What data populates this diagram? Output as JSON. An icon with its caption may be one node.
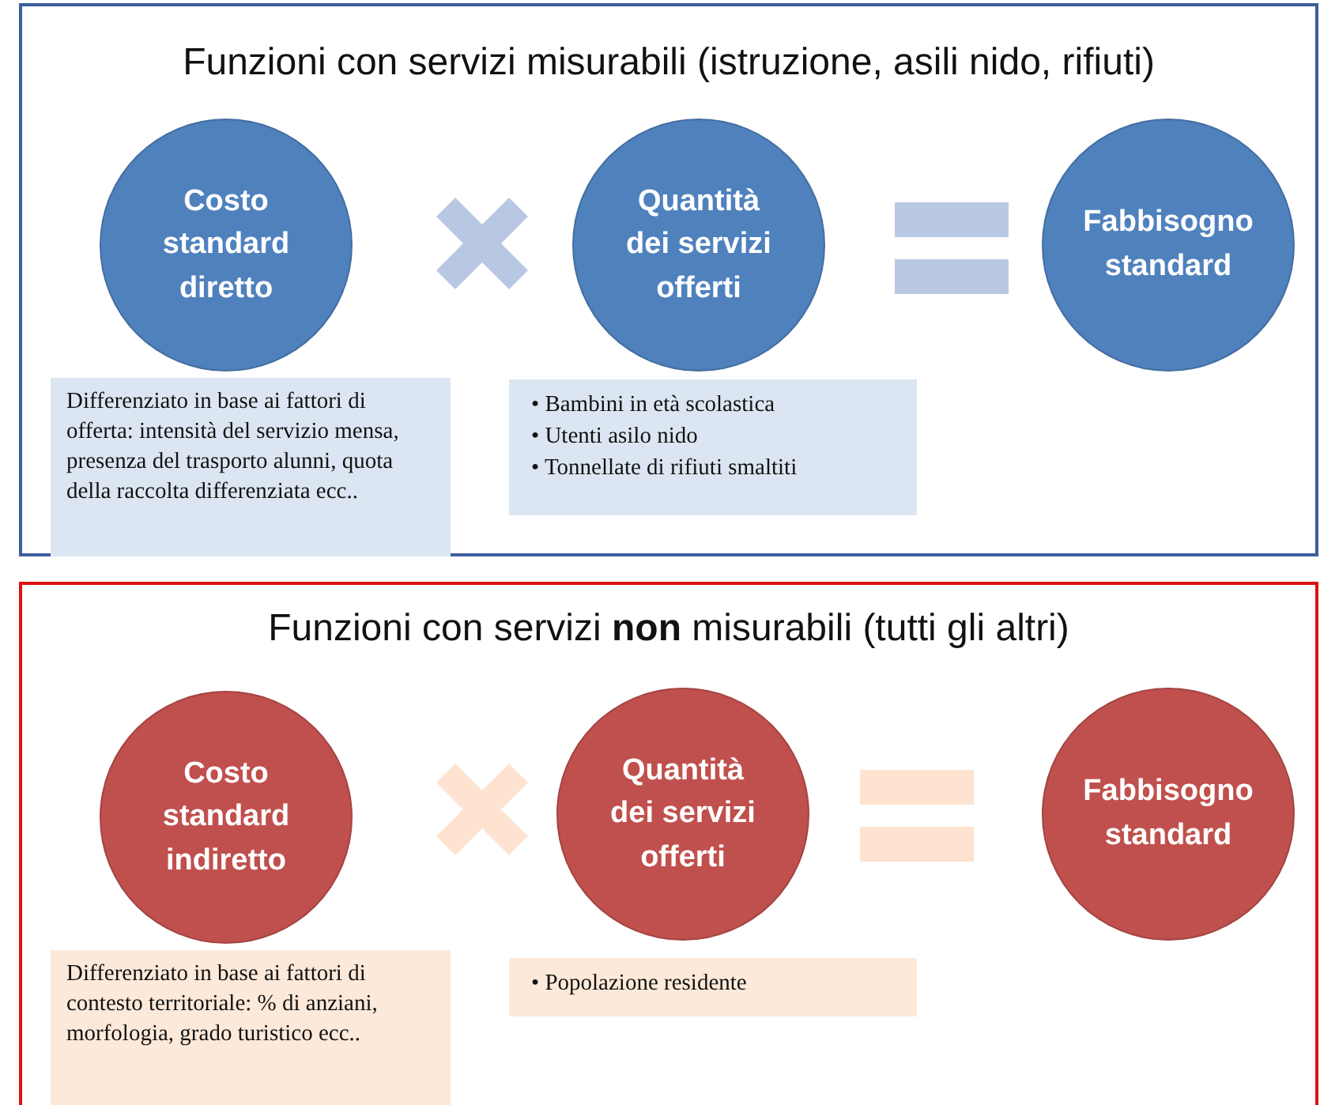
{
  "diagram": {
    "nodes": [
      {
        "text": [
          "Funzioni con servizi misurabili (istruzione, asili nido, rifiuti)"
        ]
      },
      {
        "text": [
          "Costo standard diretto"
        ],
        "in": 0
      },
      {
        "text": [
          "Quantità dei servizi offerti"
        ],
        "in": 0
      },
      {
        "text": [
          "Fabbisogno standard"
        ],
        "in": 0
      },
      {
        "text": [
          "Differenziato in base ai fattori di offerta: intensità del servizio mensa, presenza del trasporto alunni, quota della raccolta differenziata ecc.."
        ],
        "in": 0
      },
      {
        "text": [
          "• Bambini in età scolastica",
          "• Utenti asilo nido",
          "• Tonnellate di rifiuti smaltiti"
        ],
        "in": 0
      },
      {
        "text": [
          "Funzioni con servizi **non** misurabili (tutti gli altri)"
        ]
      },
      {
        "text": [
          "Costo standard indiretto"
        ],
        "in": 6
      },
      {
        "text": [
          "Quantità dei servizi offerti"
        ],
        "in": 6
      },
      {
        "text": [
          "Fabbisogno standard"
        ],
        "in": 6
      },
      {
        "text": [
          "Differenziato in base ai fattori di contesto territoriale: % di anziani, morfologia, grado turistico ecc.."
        ],
        "in": 6
      },
      {
        "text": [
          "• Popolazione residente"
        ],
        "in": 6
      }
    ]
  }
}
